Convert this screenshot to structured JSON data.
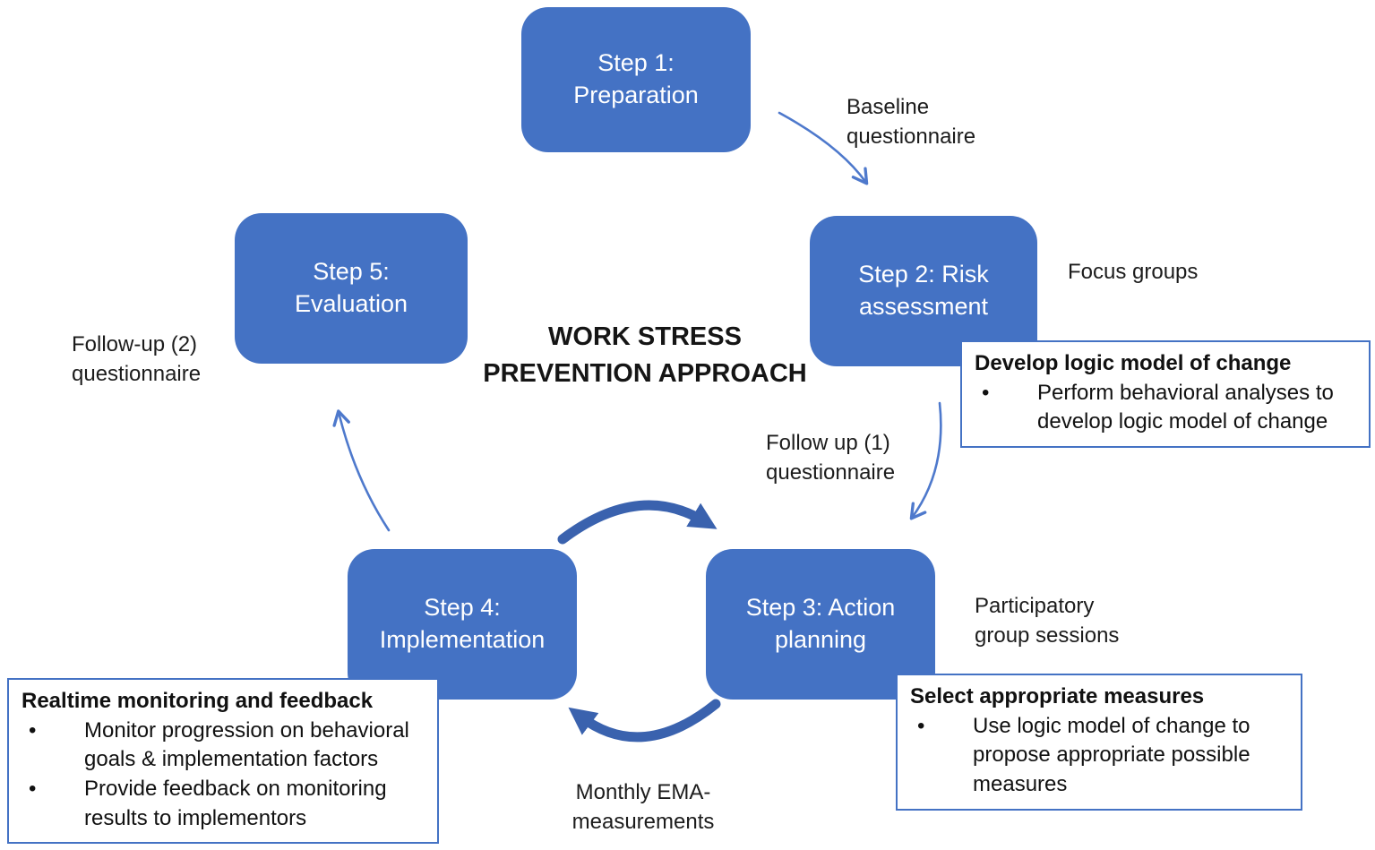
{
  "title": {
    "text": "WORK STRESS\nPREVENTION APPROACH"
  },
  "bullet_glyph": "•",
  "colors": {
    "node_fill": "#4472C4",
    "node_text": "#ffffff",
    "thin_arrow": "#4E79CC",
    "thick_arrow": "#3A62AE",
    "info_box_border": "#4472C4",
    "text": "#1c1c1c",
    "background": "#ffffff"
  },
  "steps": [
    {
      "id": "step-1",
      "label": "Step 1:\nPreparation"
    },
    {
      "id": "step-2",
      "label": "Step 2: Risk\nassessment"
    },
    {
      "id": "step-3",
      "label": "Step 3: Action\nplanning"
    },
    {
      "id": "step-4",
      "label": "Step 4:\nImplementation"
    },
    {
      "id": "step-5",
      "label": "Step 5:\nEvaluation"
    }
  ],
  "labels": [
    {
      "id": "baseline",
      "text": "Baseline\nquestionnaire"
    },
    {
      "id": "focus-groups",
      "text": "Focus groups"
    },
    {
      "id": "follow-up-1",
      "text": "Follow up (1)\nquestionnaire"
    },
    {
      "id": "follow-up-2",
      "text": "Follow-up (2)\nquestionnaire"
    },
    {
      "id": "participatory",
      "text": "Participatory\ngroup sessions"
    },
    {
      "id": "monthly-ema",
      "text": "Monthly EMA-\nmeasurements"
    }
  ],
  "info_boxes": [
    {
      "id": "develop-logic-model",
      "title": "Develop logic model of change",
      "bullets": [
        "Perform behavioral analyses to develop logic model of change"
      ]
    },
    {
      "id": "select-measures",
      "title": "Select appropriate measures",
      "bullets": [
        "Use logic model of change to propose appropriate possible measures"
      ]
    },
    {
      "id": "realtime-monitoring",
      "title": "Realtime monitoring and feedback",
      "bullets": [
        "Monitor progression on behavioral goals & implementation factors",
        "Provide feedback on monitoring results to implementors"
      ]
    }
  ]
}
